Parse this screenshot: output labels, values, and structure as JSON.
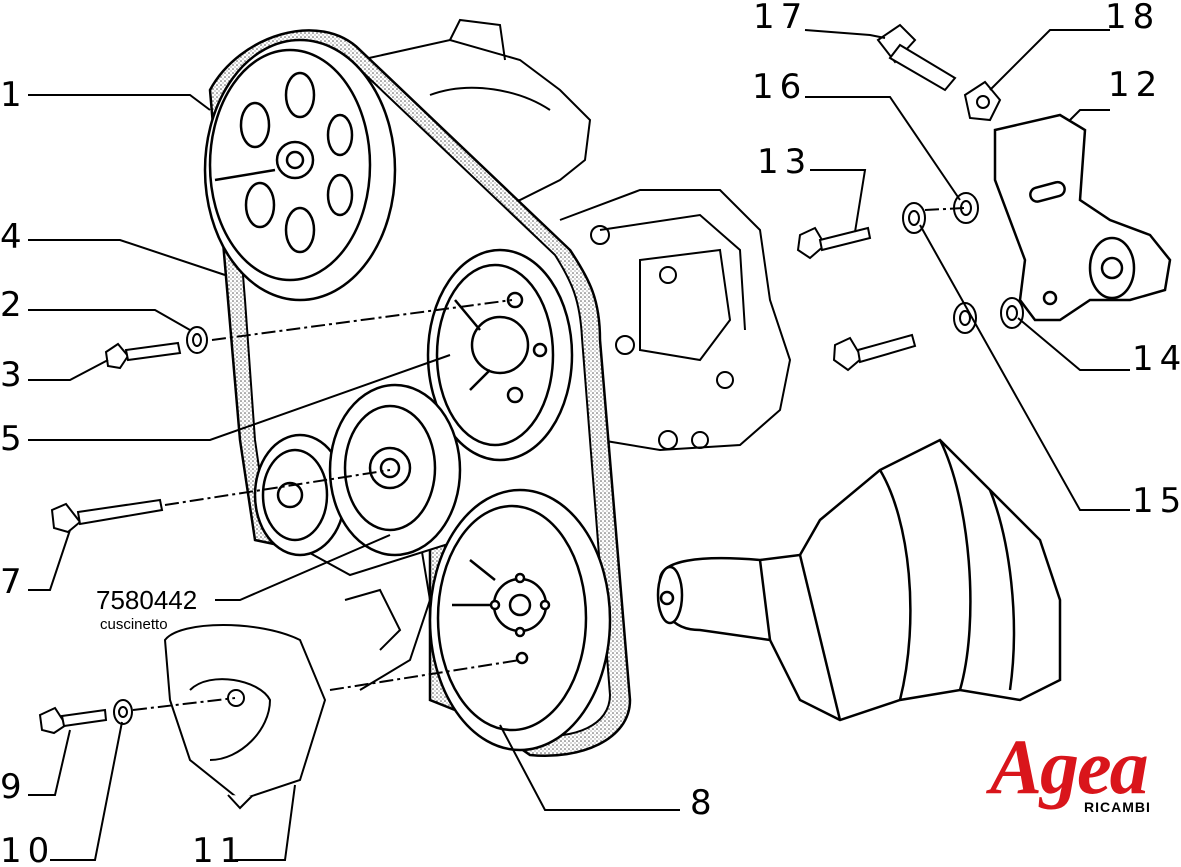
{
  "callouts": [
    {
      "id": "1",
      "label": "1"
    },
    {
      "id": "4",
      "label": "4"
    },
    {
      "id": "2",
      "label": "2"
    },
    {
      "id": "3",
      "label": "3"
    },
    {
      "id": "5",
      "label": "5"
    },
    {
      "id": "7",
      "label": "7"
    },
    {
      "id": "9",
      "label": "9"
    },
    {
      "id": "10",
      "label": "10"
    },
    {
      "id": "11",
      "label": "11"
    },
    {
      "id": "8",
      "label": "8"
    },
    {
      "id": "12",
      "label": "12"
    },
    {
      "id": "13",
      "label": "13"
    },
    {
      "id": "14",
      "label": "14"
    },
    {
      "id": "15",
      "label": "15"
    },
    {
      "id": "16",
      "label": "16"
    },
    {
      "id": "17",
      "label": "17"
    },
    {
      "id": "18",
      "label": "18"
    }
  ],
  "part": {
    "number": "7580442",
    "description": "cuscinetto"
  },
  "logo": {
    "name": "Agea",
    "subtitle": "RICAMBI",
    "color": "#d9151b"
  },
  "colors": {
    "line": "#000000",
    "belt_fill": "#e6e6e6",
    "background": "#ffffff"
  }
}
